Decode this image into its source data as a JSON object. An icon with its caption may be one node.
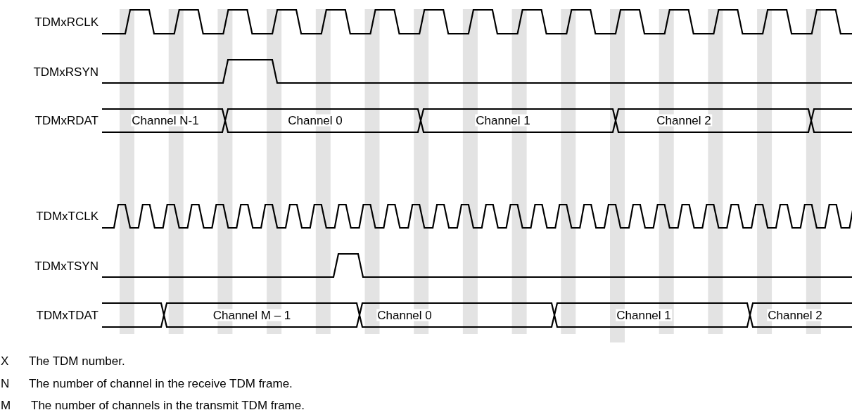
{
  "diagram": {
    "labels": [
      "TDMxRCLK",
      "TDMxRSYN",
      "TDMxRDAT",
      "Channel N-1",
      "Channel 0",
      "Channel 1",
      "Channel 2",
      "TDMxTCLK",
      "TDMxTSYN",
      "TDMxTDAT",
      "Channel M – 1",
      "Channel 0",
      "Channel 1",
      "Channel 2",
      "X",
      "The TDM number.",
      "N",
      "The number of channel in the receive TDM frame.",
      "M",
      "The number of channels in the transmit TDM frame."
    ]
  }
}
